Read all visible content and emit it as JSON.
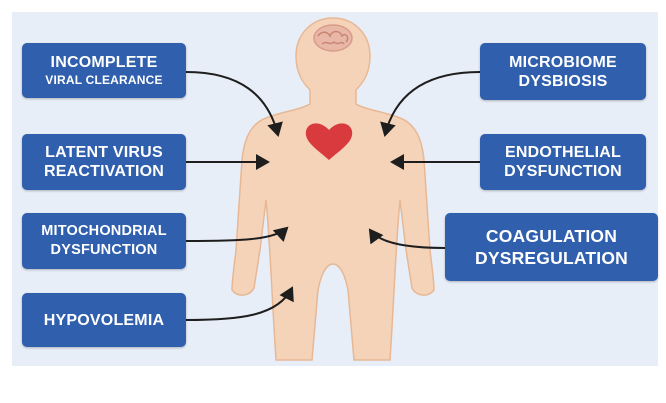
{
  "labels": {
    "incomplete_viral_clearance": {
      "line1": "INCOMPLETE",
      "line2": "VIRAL CLEARANCE"
    },
    "latent_virus_reactivation": {
      "line1": "LATENT VIRUS",
      "line2": "REACTIVATION"
    },
    "mitochondrial_dysfunction": {
      "line1": "MITOCHONDRIAL",
      "line2": "DYSFUNCTION"
    },
    "hypovolemia": {
      "line1": "HYPOVOLEMIA"
    },
    "microbiome_dysbiosis": {
      "line1": "MICROBIOME",
      "line2": "DYSBIOSIS"
    },
    "endothelial_dysfunction": {
      "line1": "ENDOTHELIAL",
      "line2": "DYSFUNCTION"
    },
    "coagulation_dysregulation": {
      "line1": "COAGULATION",
      "line2": "DYSREGULATION"
    }
  },
  "colors": {
    "panel_background": "#e8eef8",
    "label_background": "#2f5fad",
    "label_text": "#ffffff",
    "skin": "#f4d3b8",
    "skin_outline": "#e7b896",
    "heart": "#d93a3e",
    "brain": "#e9b7a6",
    "arrow": "#1e1e1e"
  }
}
